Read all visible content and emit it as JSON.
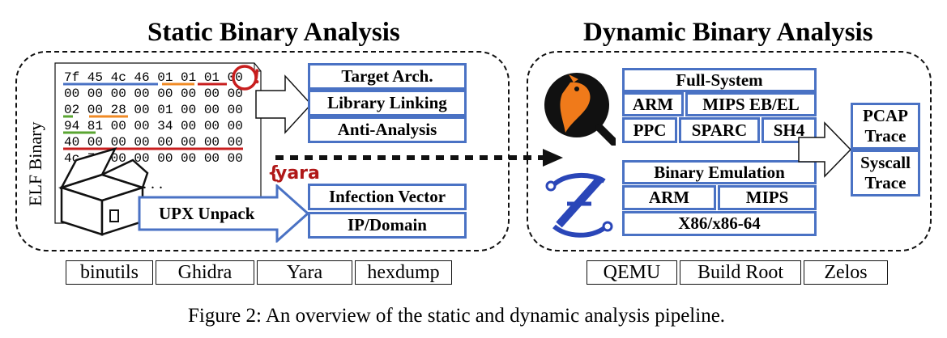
{
  "static": {
    "title": "Static Binary Analysis",
    "elf_label": "ELF Binary",
    "hex_rows": [
      "7f 45 4c 46 01 01 01 00",
      "00 00 00 00 00 00 00 00",
      "02 00 28 00 01 00 00 00",
      "94 81 00 00 34 00 00 00",
      "40 00 00 00 00 00 00 00",
      "4c 7f 00 00 00 00 00 00"
    ],
    "exclaim": "!",
    "ellipsis": ". . .",
    "yara_logo": "yara",
    "upx_label": "UPX Unpack",
    "boxes": [
      "Target Arch.",
      "Library Linking",
      "Anti-Analysis",
      "Infection Vector",
      "IP/Domain"
    ],
    "tools": [
      "binutils",
      "Ghidra",
      "Yara",
      "hexdump"
    ],
    "colors": {
      "blue": "#4a72c4",
      "orange": "#f08a24",
      "red": "#c81e1e",
      "green": "#5aa532"
    }
  },
  "dynamic": {
    "title": "Dynamic Binary Analysis",
    "full_system": "Full-System",
    "fs_arch": [
      "ARM",
      "MIPS EB/EL",
      "PPC",
      "SPARC",
      "SH4"
    ],
    "binary_emulation": "Binary Emulation",
    "be_arch": [
      "ARM",
      "MIPS",
      "X86/x86-64"
    ],
    "traces": [
      "PCAP\nTrace",
      "Syscall\nTrace"
    ],
    "tools": [
      "QEMU",
      "Build Root",
      "Zelos"
    ],
    "icons": [
      "qemu-logo-icon",
      "zelos-logo-icon",
      "box-icon"
    ]
  },
  "caption": "Figure 2: An overview of the static and dynamic analysis pipeline."
}
